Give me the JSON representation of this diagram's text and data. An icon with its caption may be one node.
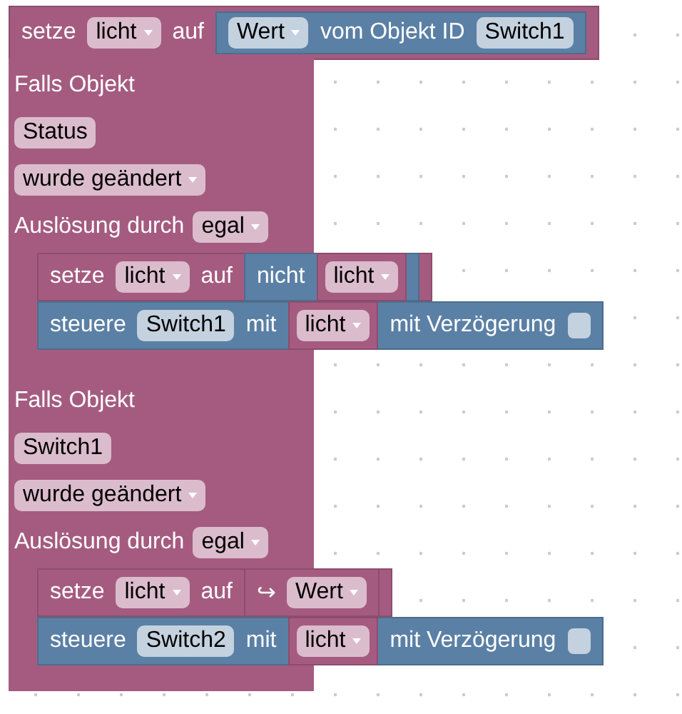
{
  "diagram": {
    "nodes": [
      {
        "text": [
          "setze",
          "auf"
        ]
      },
      {
        "text": [
          "licht"
        ],
        "in": 0
      },
      {
        "text": [
          "vom Objekt ID"
        ],
        "in": 0
      },
      {
        "text": [
          "Wert"
        ],
        "in": 2
      },
      {
        "text": [
          "Switch1"
        ],
        "in": 2
      },
      {
        "text": [
          "Falls Objekt",
          "Auslösung durch"
        ]
      },
      {
        "text": [
          "Status"
        ],
        "in": 5
      },
      {
        "text": [
          "wurde geändert"
        ],
        "in": 5
      },
      {
        "text": [
          "egal"
        ],
        "in": 5
      },
      {
        "text": [
          "setze",
          "auf"
        ],
        "in": 5
      },
      {
        "text": [
          "licht"
        ],
        "in": 9
      },
      {
        "text": [
          "nicht"
        ],
        "in": 9
      },
      {
        "text": [
          "licht"
        ],
        "in": 11
      },
      {
        "text": [
          "steuere",
          "mit",
          "mit Verzögerung"
        ],
        "in": 5
      },
      {
        "text": [
          "Switch1"
        ],
        "in": 13
      },
      {
        "text": [
          "licht"
        ],
        "in": 13
      },
      {
        "text": [],
        "shape": "box",
        "in": 13
      },
      {
        "text": [
          "Falls Objekt",
          "Auslösung durch"
        ]
      },
      {
        "text": [
          "Switch1"
        ],
        "in": 17
      },
      {
        "text": [
          "wurde geändert"
        ],
        "in": 17
      },
      {
        "text": [
          "egal"
        ],
        "in": 17
      },
      {
        "text": [
          "setze",
          "auf"
        ],
        "in": 17
      },
      {
        "text": [
          "licht"
        ],
        "in": 21
      },
      {
        "text": [
          "↪"
        ],
        "in": 21
      },
      {
        "text": [
          "Wert"
        ],
        "in": 23
      },
      {
        "text": [
          "steuere",
          "mit",
          "mit Verzögerung"
        ],
        "in": 17
      },
      {
        "text": [
          "Switch2"
        ],
        "in": 25
      },
      {
        "text": [
          "licht"
        ],
        "in": 25
      },
      {
        "text": [],
        "shape": "box",
        "in": 25
      }
    ],
    "edges": []
  }
}
